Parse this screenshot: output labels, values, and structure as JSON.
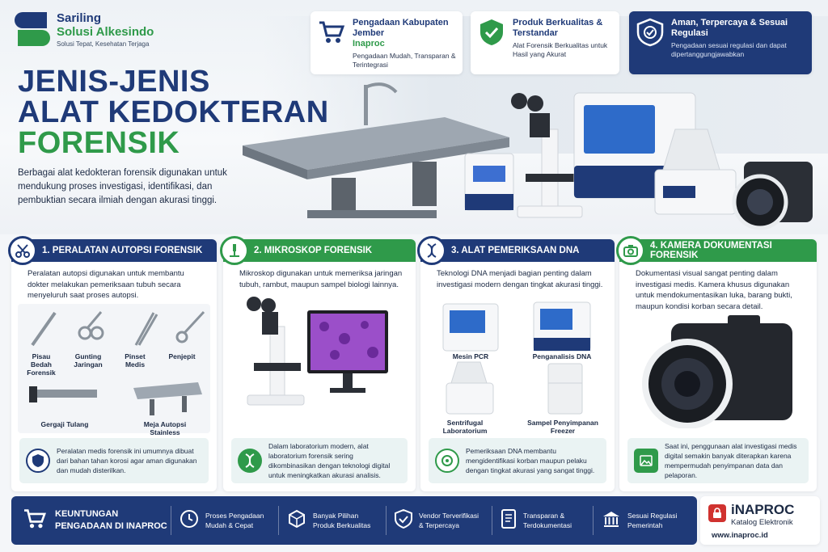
{
  "brand": {
    "name_line1": "Sariling",
    "name_line2": "Solusi Alkesindo",
    "tagline": "Solusi Tepat, Kesehatan Terjaga"
  },
  "hero": {
    "title_line1": "JENIS-JENIS",
    "title_line2": "ALAT KEDOKTERAN",
    "title_line3": "FORENSIK",
    "subtitle": "Berbagai alat kedokteran forensik digunakan untuk mendukung proses investigasi, identifikasi, dan pembuktian secara ilmiah dengan akurasi tinggi."
  },
  "top_cards": [
    {
      "title": "Pengadaan Kabupaten Jember",
      "highlight": "Inaproc",
      "text": "Pengadaan Mudah, Transparan & Terintegrasi",
      "icon": "cart-icon"
    },
    {
      "title": "Produk Berkualitas & Terstandar",
      "text": "Alat Forensik Berkualitas untuk Hasil yang Akurat",
      "icon": "shield-check-icon"
    },
    {
      "title": "Aman, Terpercaya & Sesuai Regulasi",
      "text": "Pengadaan sesuai regulasi dan dapat dipertanggungjawabkan",
      "icon": "badge-check-icon"
    }
  ],
  "sections": [
    {
      "title": "1. PERALATAN AUTOPSI FORENSIK",
      "desc": "Peralatan autopsi digunakan untuk membantu dokter melakukan pemeriksaan tubuh secara menyeluruh saat proses autopsi.",
      "items": [
        "Pisau Bedah Forensik",
        "Gunting Jaringan",
        "Pinset Medis",
        "Penjepit",
        "Gergaji Tulang",
        "Meja Autopsi Stainless"
      ],
      "note": "Peralatan medis forensik ini umumnya dibuat dari bahan tahan korosi agar aman digunakan dan mudah disterilkan."
    },
    {
      "title": "2. MIKROSKOP FORENSIK",
      "desc": "Mikroskop digunakan untuk memeriksa jaringan tubuh, rambut, maupun sampel biologi lainnya.",
      "note": "Dalam laboratorium modern, alat laboratorium forensik sering dikombinasikan dengan teknologi digital untuk meningkatkan akurasi analisis."
    },
    {
      "title": "3. ALAT PEMERIKSAAN DNA",
      "desc": "Teknologi DNA menjadi bagian penting dalam investigasi modern dengan tingkat akurasi tinggi.",
      "items": [
        "Mesin PCR",
        "Penganalisis DNA",
        "Sentrifugal Laboratorium",
        "Sampel Penyimpanan Freezer"
      ],
      "note": "Pemeriksaan DNA membantu mengidentifikasi korban maupun pelaku dengan tingkat akurasi yang sangat tinggi."
    },
    {
      "title": "4. KAMERA DOKUMENTASI FORENSIK",
      "desc": "Dokumentasi visual sangat penting dalam investigasi medis. Kamera khusus digunakan untuk mendokumentasikan luka, barang bukti, maupun kondisi korban secara detail.",
      "note": "Saat ini, penggunaan alat investigasi medis digital semakin banyak diterapkan karena mempermudah penyimpanan data dan pelaporan."
    }
  ],
  "footer": {
    "main": "KEUNTUNGAN PENGADAAN DI INAPROC",
    "items": [
      "Proses Pengadaan Mudah & Cepat",
      "Banyak Pilihan Produk Berkualitas",
      "Vendor Terverifikasi & Terpercaya",
      "Transparan & Terdokumentasi",
      "Sesuai Regulasi Pemerintah"
    ]
  },
  "inaproc": {
    "name": "iNAPROC",
    "sub": "Katalog Elektronik",
    "url": "www.inaproc.id"
  },
  "colors": {
    "navy": "#1f3a78",
    "green": "#2f9a4a",
    "red": "#d0322f"
  }
}
